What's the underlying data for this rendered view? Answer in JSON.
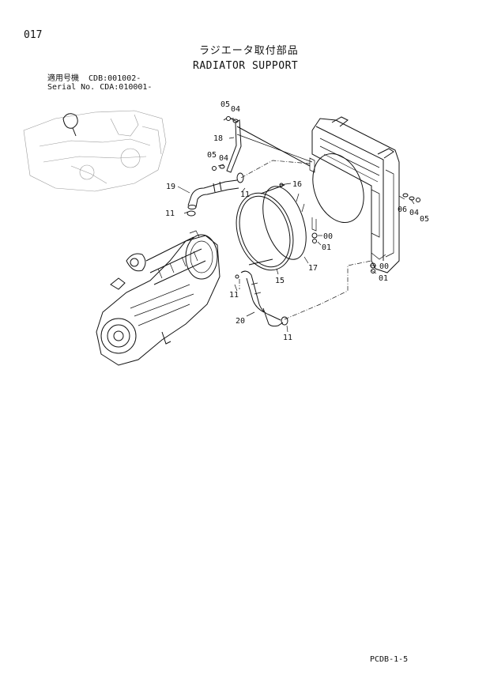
{
  "header": {
    "page_number": "017",
    "title_ja": "ラジエータ取付部品",
    "title_en": "RADIATOR SUPPORT",
    "serial_line_1": "適用号機  CDB:001002-",
    "serial_line_2": "Serial No. CDA:010001-"
  },
  "footer": {
    "code": "PCDB-1-5"
  },
  "callouts": {
    "c05a": "05",
    "c04a": "04",
    "c18": "18",
    "c05b": "05",
    "c04b": "04",
    "c11a": "11",
    "c16": "16",
    "c19": "19",
    "c11b": "11",
    "c06": "06",
    "c04c": "04",
    "c05c": "05",
    "c00a": "00",
    "c01a": "01",
    "c00b": "00",
    "c01b": "01",
    "c17": "17",
    "c15": "15",
    "c11c": "11",
    "c20": "20",
    "c11d": "11"
  }
}
